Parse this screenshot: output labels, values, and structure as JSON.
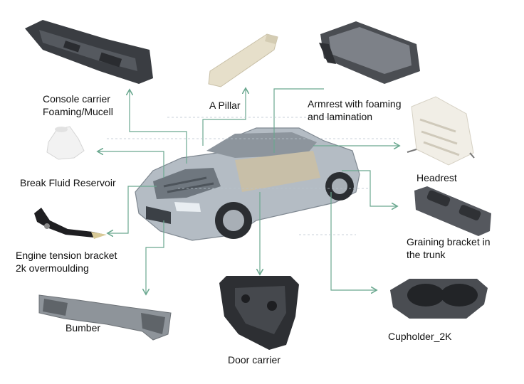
{
  "labels": {
    "console_carrier": [
      "Console carrier",
      "Foaming/Mucell"
    ],
    "a_pillar": "A Pillar",
    "armrest": [
      "Armrest with foaming",
      "and lamination"
    ],
    "brake_fluid": "Break Fluid Reservoir",
    "headrest": "Headrest",
    "engine_bracket": [
      "Engine tension bracket",
      "2k overmoulding"
    ],
    "graining_bracket": [
      "Graining bracket in",
      "the trunk"
    ],
    "bumper": "Bumber",
    "door_carrier": "Door carrier",
    "cupholder": "Cupholder_2K"
  },
  "colors": {
    "connector": "#6aa88f",
    "part_dark": "#3c3f44",
    "part_light": "#e8e2cf",
    "car_body": "#9aa4ad"
  }
}
